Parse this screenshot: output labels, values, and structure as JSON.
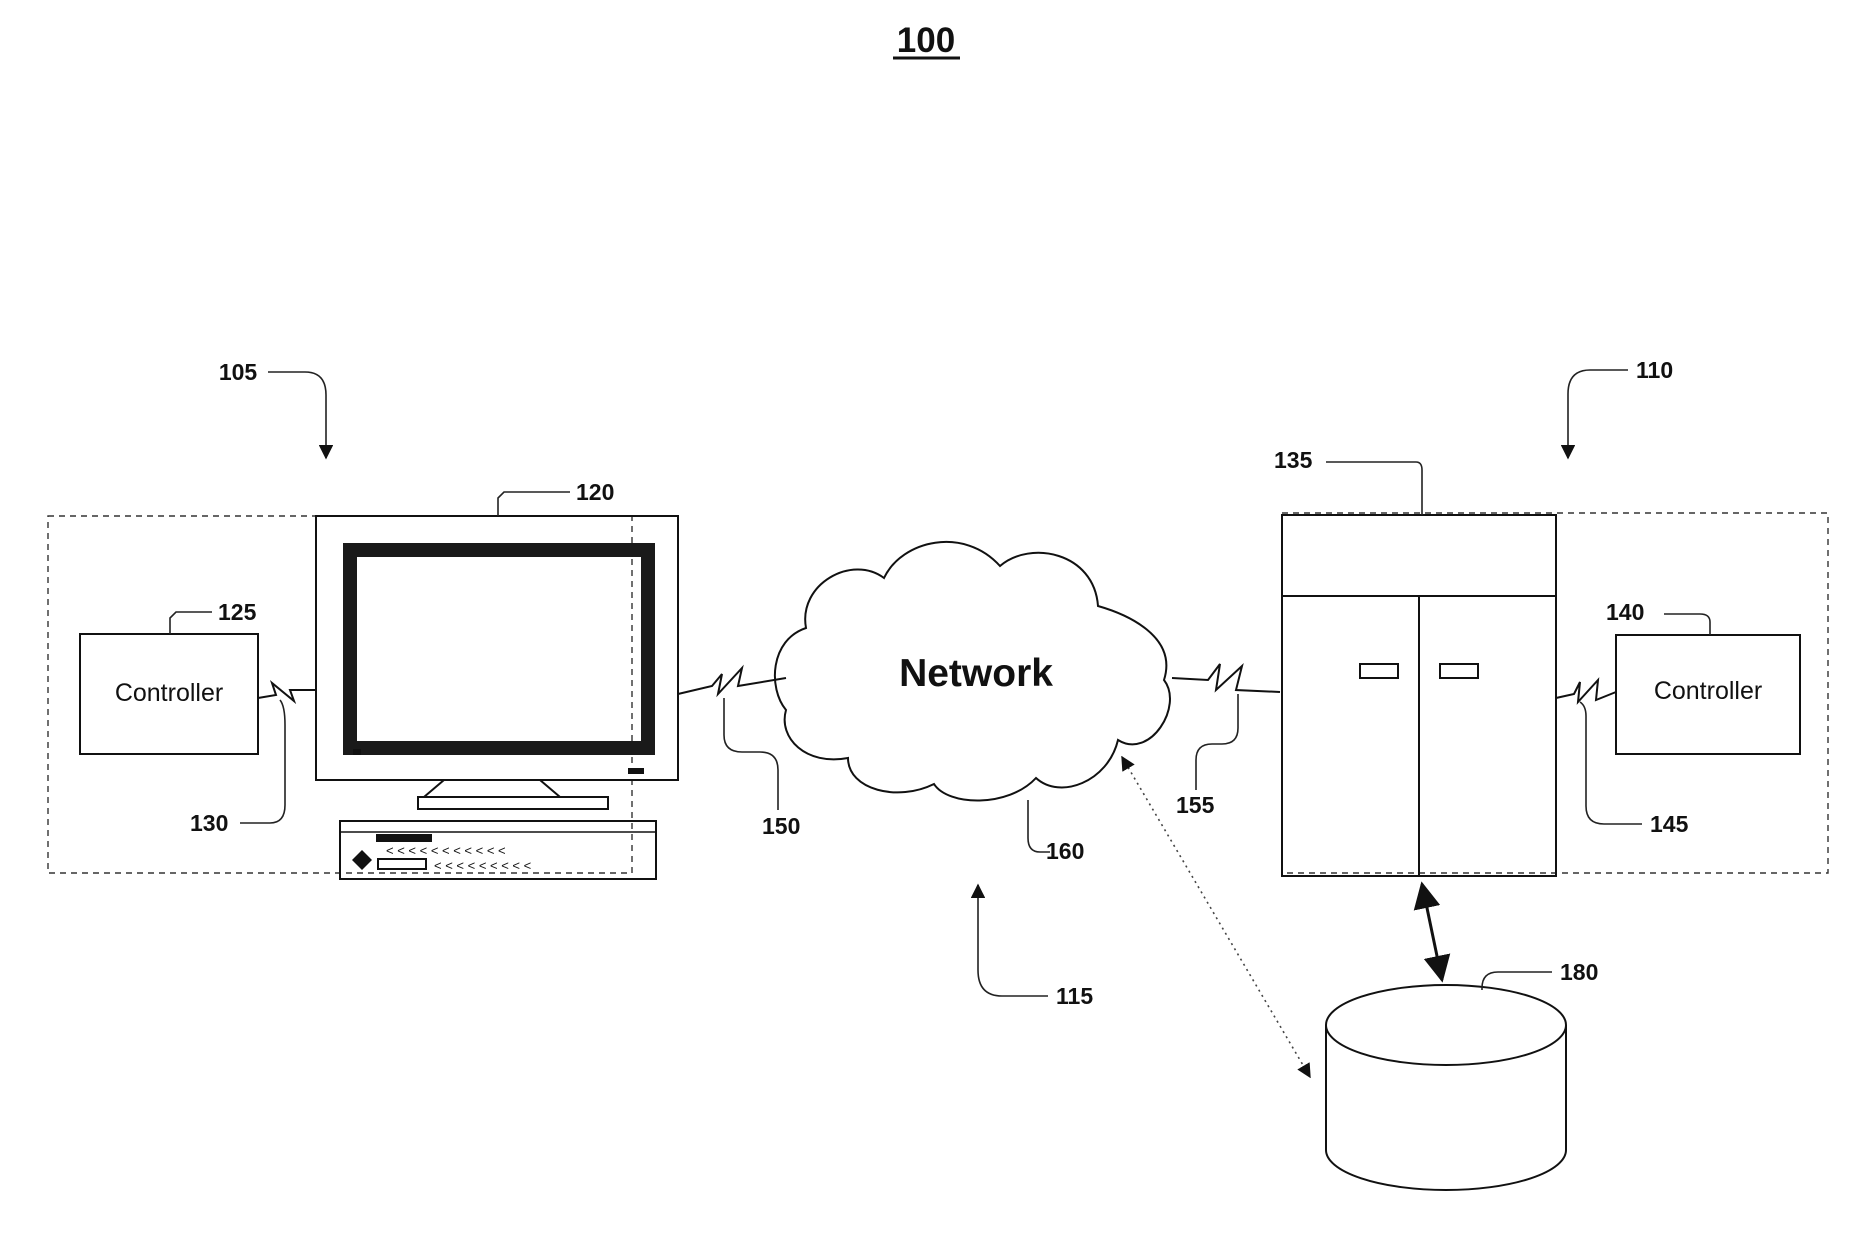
{
  "figure": {
    "number": "100",
    "network_label": "Network",
    "controller_left_label": "Controller",
    "controller_right_label": "Controller",
    "refs": {
      "r105": "105",
      "r110": "110",
      "r115": "115",
      "r120": "120",
      "r125": "125",
      "r130": "130",
      "r135": "135",
      "r140": "140",
      "r145": "145",
      "r150": "150",
      "r155": "155",
      "r160": "160",
      "r180": "180"
    }
  },
  "colors": {
    "ink": "#111111",
    "background": "#ffffff",
    "screen_bezel": "#1a1a1a"
  }
}
